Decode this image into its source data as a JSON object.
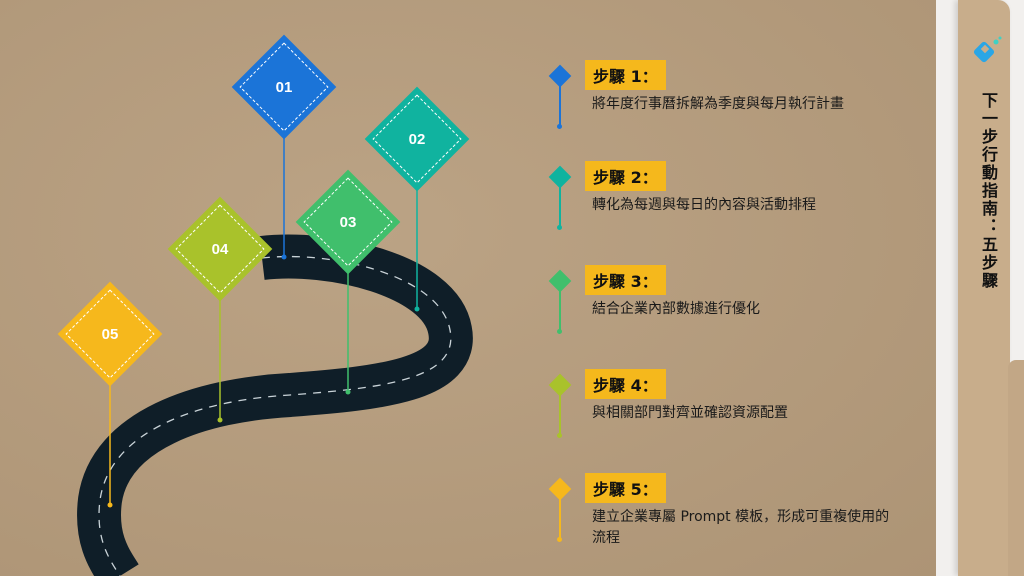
{
  "side_title": "下一步行動指南：五步驟",
  "milestones": [
    "01",
    "02",
    "03",
    "04",
    "05"
  ],
  "colors": {
    "blue": "#1b74d8",
    "teal": "#10b39f",
    "green": "#40bf6c",
    "lime": "#a9c22b",
    "yellow": "#f6b81c",
    "road": "#0f1e28",
    "label_bg": "#f5b81c"
  },
  "steps": [
    {
      "label": "步驟 1：",
      "text": "將年度行事曆拆解為季度與每月執行計畫"
    },
    {
      "label": "步驟 2：",
      "text": "轉化為每週與每日的內容與活動排程"
    },
    {
      "label": "步驟 3：",
      "text": "結合企業內部數據進行優化"
    },
    {
      "label": "步驟 4：",
      "text": "與相關部門對齊並確認資源配置"
    },
    {
      "label": "步驟 5：",
      "text": "建立企業專屬 Prompt 模板，形成可重複使用的流程"
    }
  ]
}
